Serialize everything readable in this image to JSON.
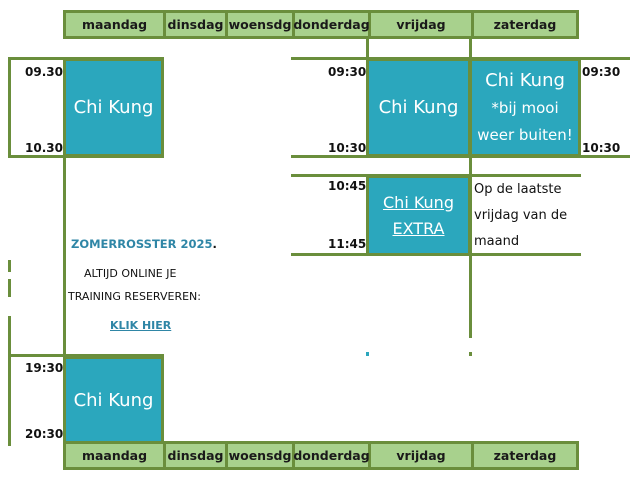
{
  "days": [
    "maandag",
    "dinsdag",
    "woensdg",
    "donderdag",
    "vrijdag",
    "zaterdag"
  ],
  "times": {
    "mon_morning_start": "09.30",
    "mon_morning_end": "10.30",
    "fri_start": "09:30",
    "fri_end": "10:30",
    "sat_start": "09:30",
    "sat_end": "10:30",
    "extra_start": "10:45",
    "extra_end": "11:45",
    "mon_evening_start": "19:30",
    "mon_evening_end": "20:30"
  },
  "blocks": {
    "mon_morning": "Chi Kung",
    "fri_morning": "Chi Kung",
    "sat_line1": "Chi Kung",
    "sat_line2": "*bij mooi",
    "sat_line3": "weer buiten!",
    "extra_line1": "Chi Kung",
    "extra_line2": "EXTRA",
    "mon_evening": "Chi Kung"
  },
  "notes": {
    "last_friday_line1": "Op de laatste",
    "last_friday_line2": "vrijdag van de",
    "last_friday_line3": "maand"
  },
  "info": {
    "title": "ZOMERROSSTER 2025",
    "title_suffix": ".",
    "line1": "ALTIJD ONLINE JE",
    "line2": "TRAINING RESERVEREN:",
    "link": "KLIK HIER"
  },
  "colors": {
    "header_fill": "#a8d18d",
    "border": "#6a8e3c",
    "block": "#2ba7bd",
    "info_text": "#2f86a6"
  }
}
